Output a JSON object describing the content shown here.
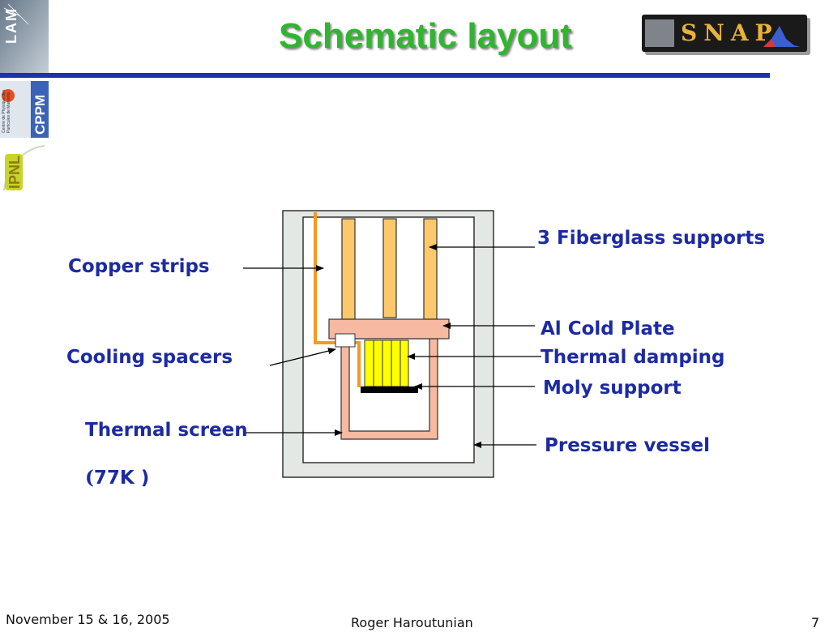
{
  "slide": {
    "title": "Schematic layout",
    "logos": {
      "lam": "LAM",
      "cppm": "CPPM",
      "cppm_subtext": "Centre de Physique des Particules de Marseille",
      "ipnl": "IPNL",
      "snap": "SNAP"
    }
  },
  "labels": {
    "fiberglass": "3 Fiberglass supports",
    "copper": "Copper strips",
    "cold_plate": "Al Cold Plate",
    "cooling": "Cooling spacers",
    "thermal_damping": "Thermal damping",
    "moly": "Moly support",
    "thermal_screen": "Thermal screen",
    "temp_open": "(",
    "temp_value": "77K",
    "temp_close": " )",
    "pressure": "Pressure vessel"
  },
  "footer": {
    "date": "November 15 & 16, 2005",
    "author": "Roger Haroutunian",
    "page": "7"
  },
  "colors": {
    "title": "#2fb52f",
    "label": "#1c2aa3",
    "rule": "#1f2fae",
    "vessel": "#e3e8e5",
    "fiberglass": "#fcc86a",
    "copper": "#f59a1e",
    "cold_plate": "#f7b9a1",
    "damping": "#ffff00",
    "moly": "#000000"
  }
}
